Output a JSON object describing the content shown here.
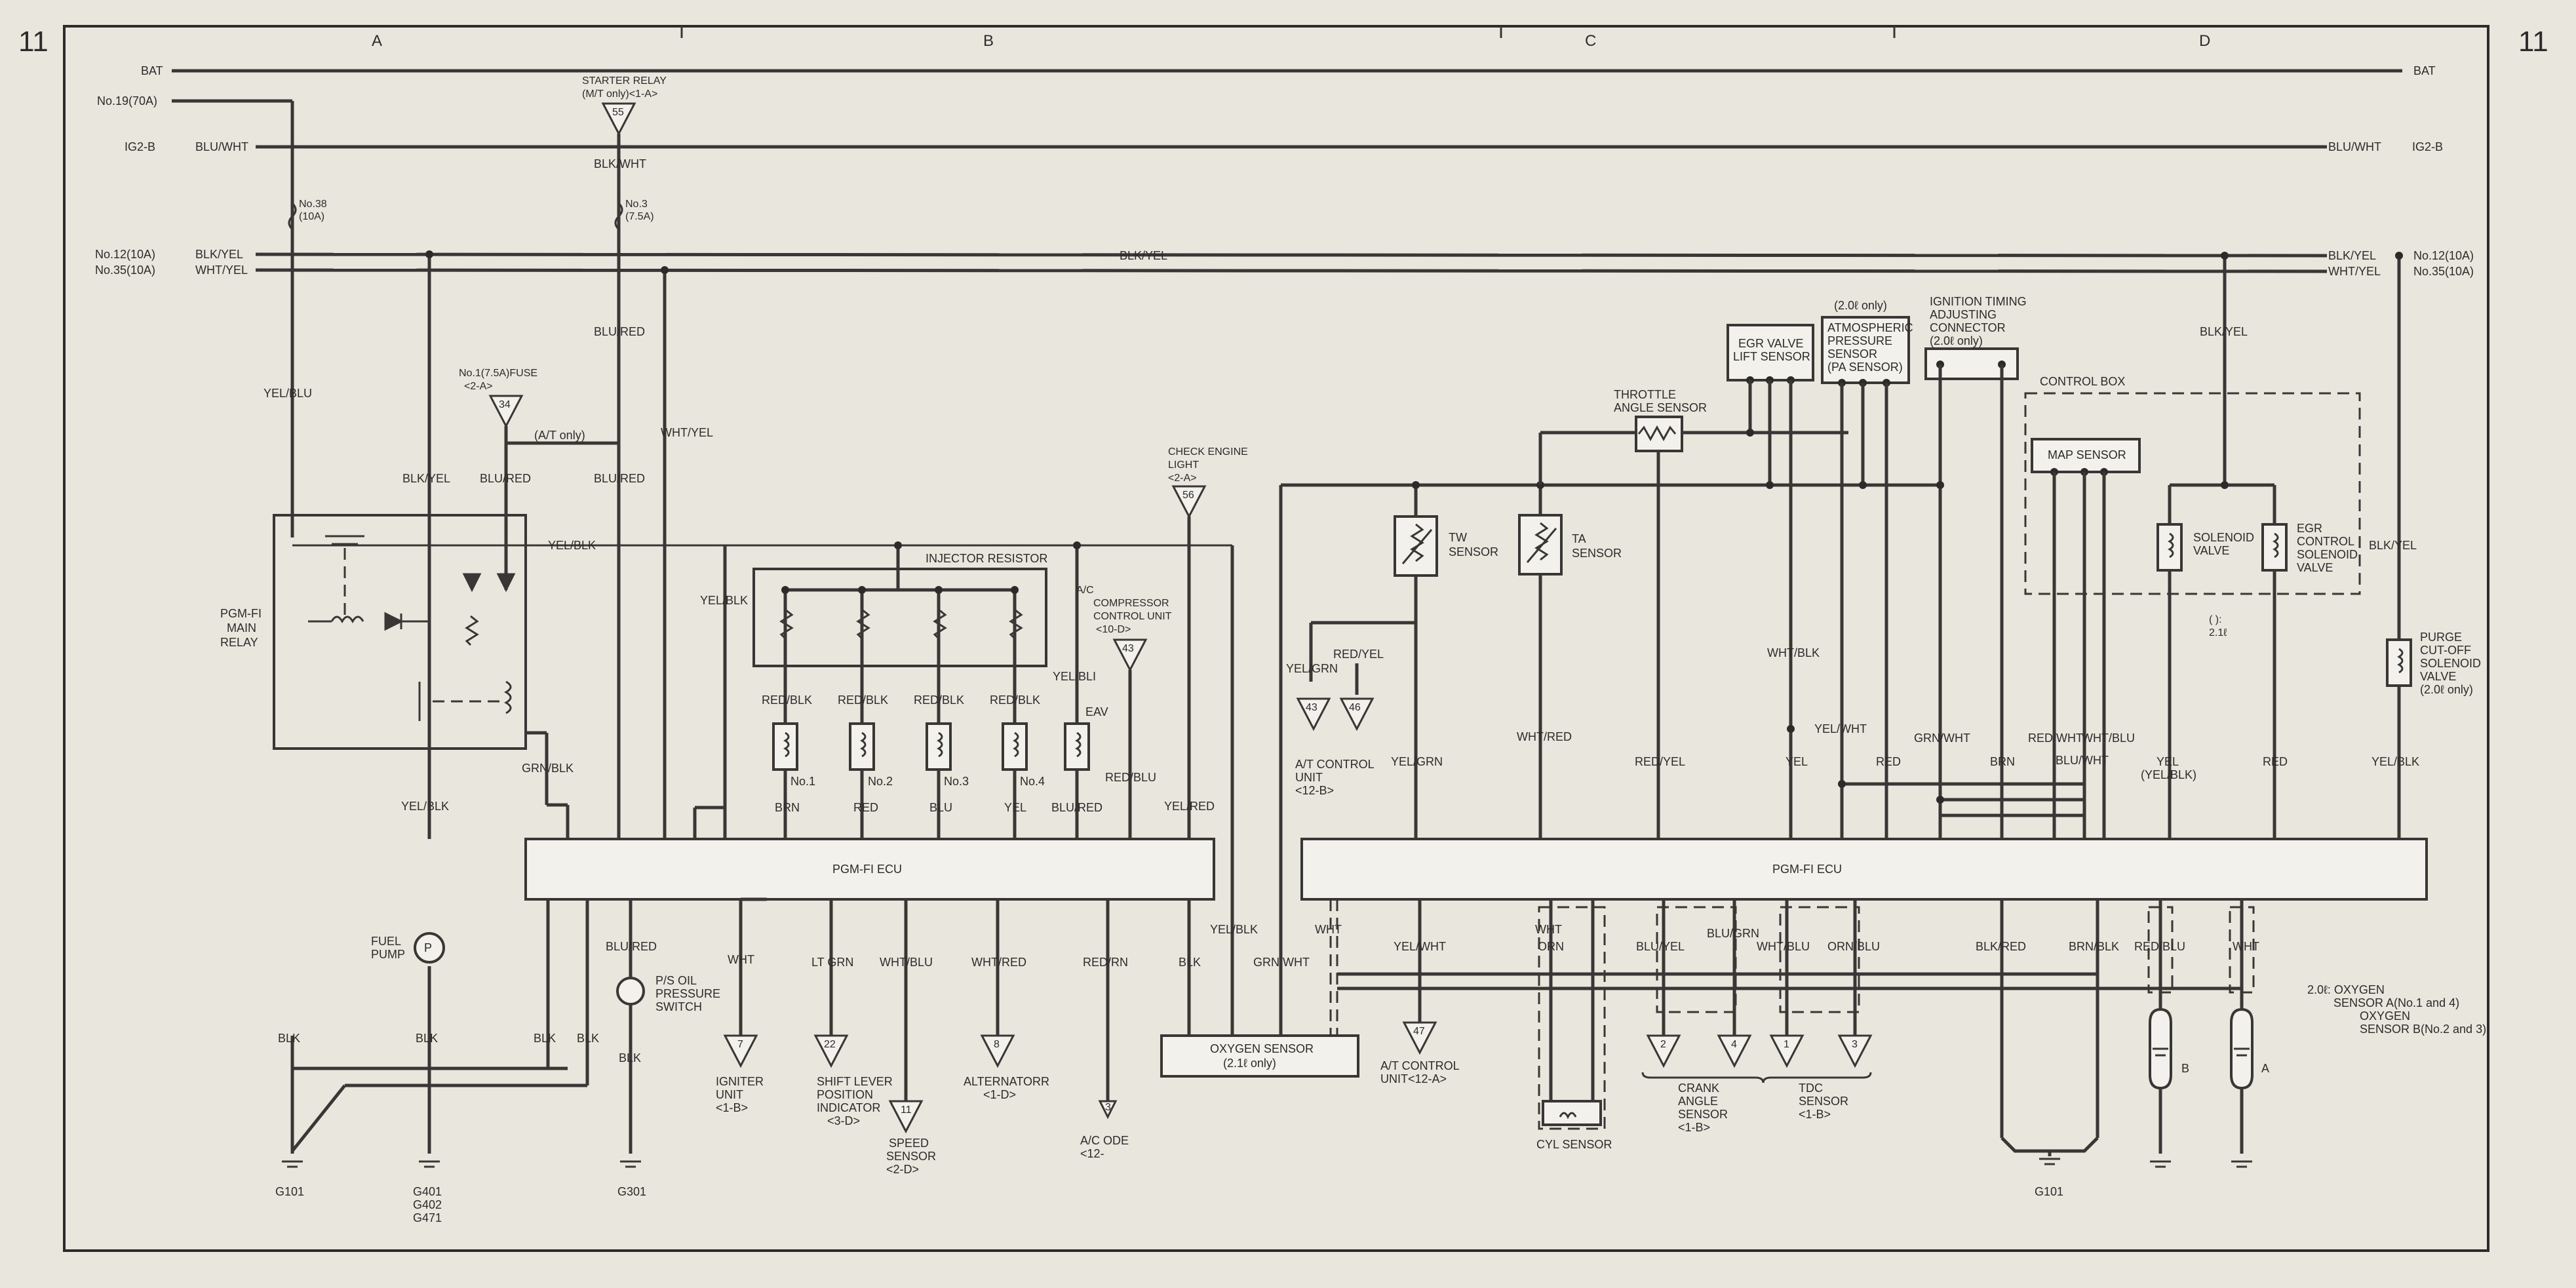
{
  "page": {
    "number": "11"
  },
  "columns": [
    "A",
    "B",
    "C",
    "D"
  ],
  "buses": {
    "bat": "BAT",
    "no19": "No.19(70A)",
    "ig2b": "IG2-B",
    "no12": "No.12(10A)",
    "no35": "No.35(10A)",
    "blu_wht": "BLU/WHT",
    "blk_yel": "BLK/YEL",
    "wht_yel": "WHT/YEL"
  },
  "fuses": {
    "no38": [
      "No.38",
      "(10A)"
    ],
    "no3": [
      "No.3",
      "(7.5A)"
    ],
    "no1": [
      "No.1(7.5A)FUSE",
      "<2-A>"
    ],
    "no1_num": "34"
  },
  "starter_relay": {
    "lines": [
      "STARTER RELAY",
      "(M/T only)<1-A>"
    ],
    "num": "55"
  },
  "check_engine": {
    "lines": [
      "CHECK ENGINE",
      "LIGHT",
      "<2-A>"
    ],
    "num": "56"
  },
  "wires": {
    "blk_wht": "BLK/WHT",
    "blu_red": "BLU/RED",
    "yel_blu": "YEL/BLU",
    "at_only": "(A/T only)",
    "wht_yel": "WHT/YEL",
    "blk_yel": "BLK/YEL",
    "yel_blk": "YEL/BLK",
    "grn_blk": "GRN/BLK",
    "red_blk": "RED/BLK",
    "yel_bli": "YEL/BLI",
    "red_blu": "RED/BLU",
    "yel_red": "YEL/RED",
    "blk": "BLK",
    "yel_grn": "YEL/GRN",
    "red_yel": "RED/YEL",
    "wht_blk": "WHT/BLK",
    "yel_wht": "YEL/WHT",
    "wht_red": "WHT/RED",
    "grn_wht": "GRN/WHT",
    "red_wht": "RED/WHT",
    "wht_blu": "WHT/BLU",
    "blu_wht": "BLU/WHT",
    "yel": "YEL",
    "red": "RED",
    "brn": "BRN",
    "yel_blk_paren": "(YEL/BLK)",
    "wht": "WHT",
    "lt_grn": "LT GRN",
    "red_rn": "RED/RN",
    "orn": "ORN",
    "blu_yel": "BLU/YEL",
    "blu_grn": "BLU/GRN",
    "orn_blu": "ORN/BLU",
    "blk_red": "BLK/RED",
    "brn_blk": "BRN/BLK"
  },
  "main_relay": [
    "PGM-FI",
    "MAIN",
    "RELAY"
  ],
  "fuel_pump": [
    "FUEL",
    "PUMP"
  ],
  "injector_resistor": "INJECTOR RESISTOR",
  "injectors": [
    {
      "label": "No.1",
      "wire": "BRN"
    },
    {
      "label": "No.2",
      "wire": "RED"
    },
    {
      "label": "No.3",
      "wire": "BLU"
    },
    {
      "label": "No.4",
      "wire": "YEL"
    }
  ],
  "eav": "EAV",
  "ac_compressor": {
    "lines": [
      "A/C",
      "COMPRESSOR",
      "CONTROL UNIT",
      "<10-D>"
    ],
    "num": "43"
  },
  "ecu_label": "PGM-FI ECU",
  "ps_switch": [
    "P/S OIL",
    "PRESSURE",
    "SWITCH"
  ],
  "igniter": {
    "lines": [
      "IGNITER",
      "UNIT",
      "<1-B>"
    ],
    "num": "7"
  },
  "shift_lever": {
    "lines": [
      "SHIFT LEVER",
      "POSITION",
      "INDICATOR",
      "<3-D>"
    ],
    "num": "22"
  },
  "speed_sensor": {
    "lines": [
      "SPEED",
      "SENSOR",
      "<2-D>"
    ],
    "num": "11"
  },
  "alternator": {
    "lines": [
      "ALTERNATORR",
      "<1-D>"
    ],
    "num": "8"
  },
  "ac_ode": {
    "lines": [
      "A/C ODE",
      "<12-"
    ],
    "num": "3"
  },
  "oxygen_sensor": [
    "OXYGEN SENSOR",
    "(2.1ℓ only)"
  ],
  "grounds": {
    "g101_left": "G101",
    "g4xx": [
      "G401",
      "G402",
      "G471"
    ],
    "g301": "G301",
    "g101_right": "G101"
  },
  "at_control_left": {
    "lines": [
      "A/T CONTROL",
      "UNIT",
      "<12-B>"
    ],
    "nums": [
      "43",
      "46"
    ]
  },
  "at_control_right": {
    "lines": [
      "A/T CONTROL",
      "UNIT<12-A>"
    ],
    "num": "47"
  },
  "tw_sensor": [
    "TW",
    "SENSOR"
  ],
  "ta_sensor": [
    "TA",
    "SENSOR"
  ],
  "throttle_sensor": [
    "THROTTLE",
    "ANGLE SENSOR"
  ],
  "egr_lift": [
    "EGR VALVE",
    "LIFT SENSOR"
  ],
  "pa_sensor": {
    "note": "(2.0ℓ only)",
    "lines": [
      "ATMOSPHERIC",
      "PRESSURE",
      "SENSOR",
      "(PA SENSOR)"
    ]
  },
  "ignition_timing": [
    "IGNITION TIMING",
    "ADJUSTING",
    "CONNECTOR",
    "(2.0ℓ only)"
  ],
  "control_box": "CONTROL BOX",
  "map_sensor": "MAP SENSOR",
  "solenoid": [
    "SOLENOID",
    "VALVE"
  ],
  "egr_solenoid": [
    "EGR",
    "CONTROL",
    "SOLENOID",
    "VALVE"
  ],
  "paren_note": [
    "(  ):",
    "2.1ℓ"
  ],
  "purge_valve": [
    "PURGE",
    "CUT-OFF",
    "SOLENOID",
    "VALVE",
    "(2.0ℓ only)"
  ],
  "cyl_sensor": "CYL SENSOR",
  "crank_sensor": {
    "lines": [
      "CRANK",
      "ANGLE",
      "SENSOR",
      "<1-B>"
    ],
    "nums": [
      "2",
      "4"
    ]
  },
  "tdc_sensor": {
    "lines": [
      "TDC",
      "SENSOR",
      "<1-B>"
    ],
    "nums": [
      "1",
      "3"
    ]
  },
  "oxygen_b": "B",
  "oxygen_a": "A",
  "oxygen_note": [
    "2.0ℓ: OXYGEN",
    "SENSOR A(No.1 and 4)",
    "OXYGEN",
    "SENSOR B(No.2 and 3)"
  ]
}
